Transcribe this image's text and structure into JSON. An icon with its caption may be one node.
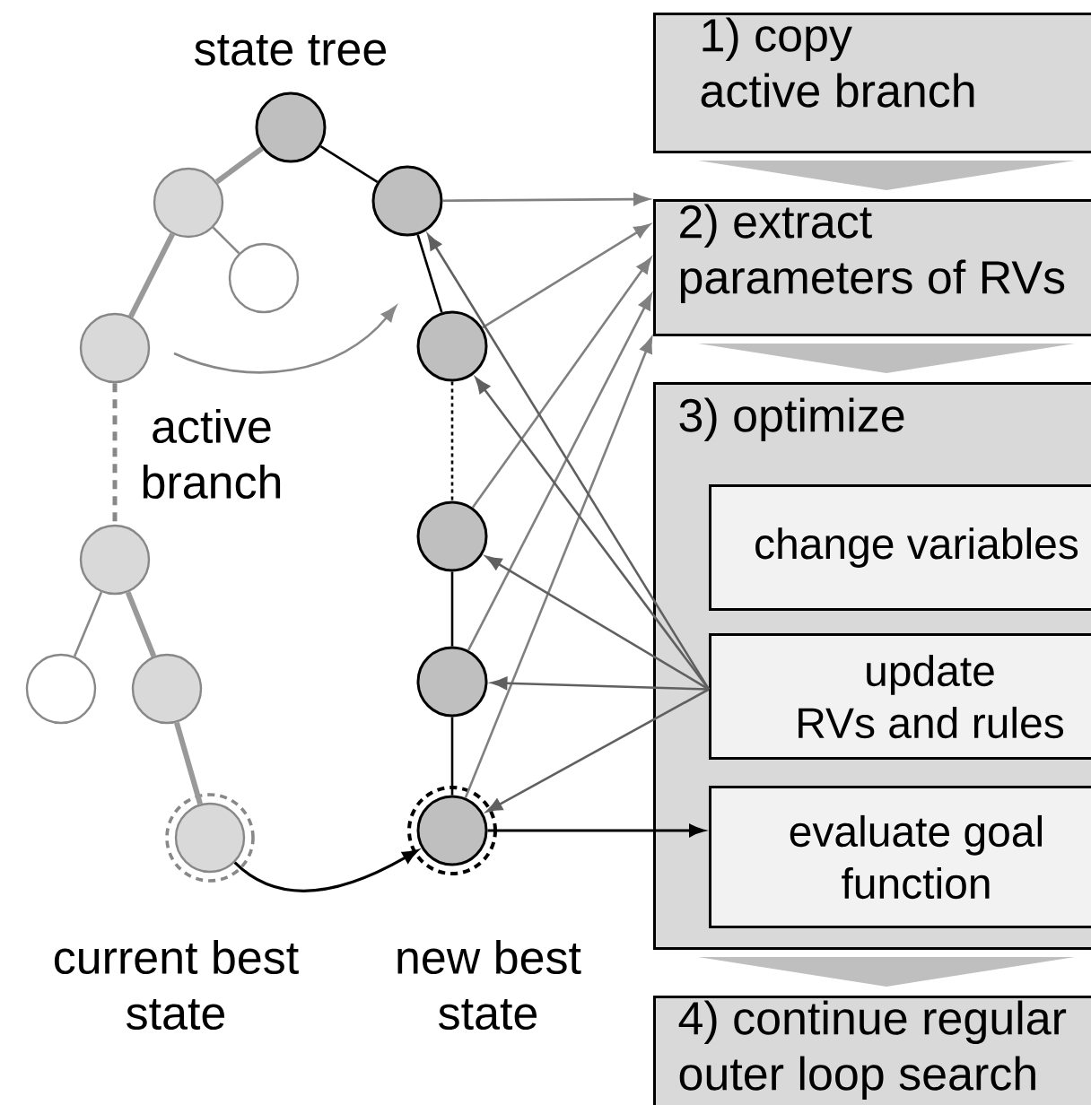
{
  "diagram": {
    "nodes": [
      {
        "text": [],
        "shape": "circle"
      },
      {
        "text": [],
        "shape": "circle"
      },
      {
        "text": [],
        "shape": "circle"
      },
      {
        "text": [],
        "shape": "circle"
      },
      {
        "text": [],
        "shape": "circle"
      },
      {
        "text": [],
        "shape": "circle"
      },
      {
        "text": [],
        "shape": "circle"
      },
      {
        "text": [],
        "shape": "circle",
        "beside": [
          "current best state"
        ]
      },
      {
        "text": [],
        "shape": "circle"
      },
      {
        "text": [],
        "shape": "circle"
      },
      {
        "text": [],
        "shape": "circle"
      },
      {
        "text": [],
        "shape": "circle"
      },
      {
        "text": [],
        "shape": "circle",
        "beside": [
          "new best state"
        ]
      },
      {
        "text": [
          "1) copy active branch"
        ]
      },
      {
        "text": [
          "2) extract parameters of RVs"
        ]
      },
      {
        "text": [
          "3) optimize"
        ]
      },
      {
        "text": [
          "change variables"
        ],
        "in": 15
      },
      {
        "text": [
          "update RVs and rules"
        ],
        "in": 15
      },
      {
        "text": [
          "evaluate goal function"
        ],
        "in": 15
      },
      {
        "text": [
          "4) continue regular outer loop search"
        ]
      }
    ],
    "edges": [
      {
        "from": 0,
        "to": 1,
        "arrow": "none",
        "style": "thick",
        "color": "#999999"
      },
      {
        "from": 1,
        "to": 2,
        "arrow": "none",
        "color": "#888888"
      },
      {
        "from": 1,
        "to": 3,
        "arrow": "none",
        "style": "thick",
        "color": "#999999"
      },
      {
        "from": 3,
        "to": 4,
        "arrow": "none",
        "style": "dashed",
        "color": "#888888"
      },
      {
        "from": 4,
        "to": 5,
        "arrow": "none",
        "color": "#888888"
      },
      {
        "from": 4,
        "to": 6,
        "arrow": "none",
        "style": "thick",
        "color": "#999999"
      },
      {
        "from": 6,
        "to": 7,
        "arrow": "none",
        "style": "thick",
        "color": "#999999"
      },
      {
        "from": 0,
        "to": 8,
        "arrow": "none"
      },
      {
        "from": 8,
        "to": 9,
        "arrow": "none"
      },
      {
        "from": 9,
        "to": 10,
        "arrow": "none",
        "style": "dashed"
      },
      {
        "from": 10,
        "to": 11,
        "arrow": "none"
      },
      {
        "from": 11,
        "to": 12,
        "arrow": "none"
      },
      {
        "from": 7,
        "to": 12,
        "arrow": "to"
      },
      {
        "from": 8,
        "to": 14,
        "arrow": "to",
        "color": "#808080"
      },
      {
        "from": 9,
        "to": 14,
        "arrow": "to",
        "color": "#808080"
      },
      {
        "from": 10,
        "to": 14,
        "arrow": "to",
        "color": "#808080"
      },
      {
        "from": 11,
        "to": 14,
        "arrow": "to",
        "color": "#808080"
      },
      {
        "from": 12,
        "to": 14,
        "arrow": "to",
        "color": "#808080"
      },
      {
        "from": 17,
        "to": 8,
        "arrow": "to",
        "color": "#606060"
      },
      {
        "from": 17,
        "to": 9,
        "arrow": "to",
        "color": "#606060"
      },
      {
        "from": 17,
        "to": 10,
        "arrow": "to",
        "color": "#606060"
      },
      {
        "from": 17,
        "to": 11,
        "arrow": "to",
        "color": "#606060"
      },
      {
        "from": 17,
        "to": 12,
        "arrow": "to",
        "color": "#606060"
      },
      {
        "from": 12,
        "to": 18,
        "arrow": "to"
      },
      {
        "from": 13,
        "to": 14,
        "arrow": "to",
        "color": "#bfbfbf"
      },
      {
        "from": 14,
        "to": 15,
        "arrow": "to",
        "color": "#bfbfbf"
      },
      {
        "from": 15,
        "to": 19,
        "arrow": "to",
        "color": "#bfbfbf"
      }
    ],
    "labels": [
      "state tree",
      "active branch"
    ]
  }
}
